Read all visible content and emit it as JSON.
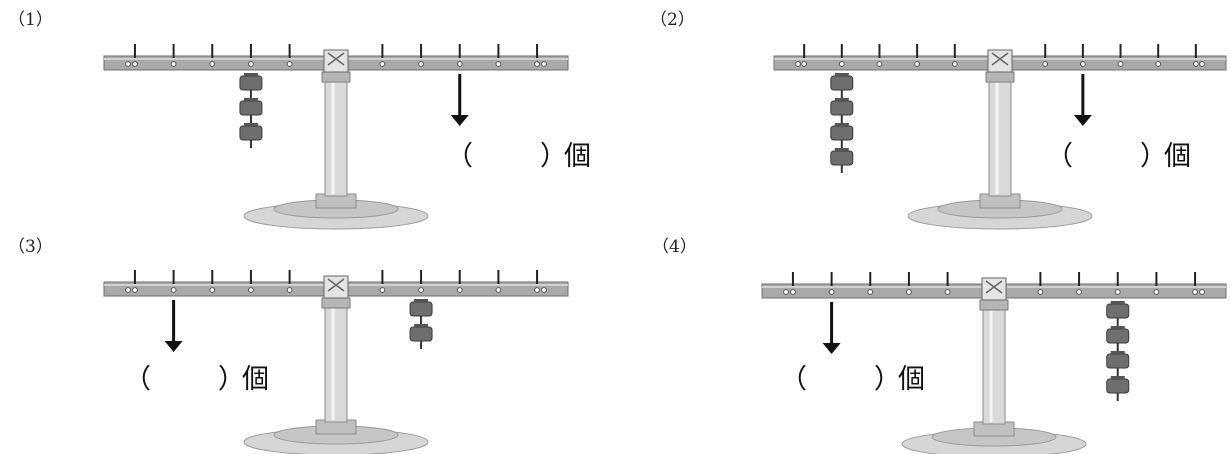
{
  "title": "",
  "colors": {
    "beam": "#a9a9a9",
    "beam_edge": "#6f6f6f",
    "pillar": "#d9d9d9",
    "base": "#cfcfcf",
    "weight": "#6e6e6e",
    "arrow": "#111111"
  },
  "icons": {
    "weight": "weight-icon",
    "arrow": "down-arrow-icon",
    "balance": "lever-balance-icon"
  },
  "panels": [
    {
      "label": "（1）",
      "hanging_weights": 3,
      "hanging_peg": "left-2",
      "arrow_peg": "right-3",
      "answer_open": "（",
      "answer_close": "）",
      "answer_unit": "個"
    },
    {
      "label": "（2）",
      "hanging_weights": 4,
      "hanging_peg": "left-4",
      "arrow_peg": "right-2",
      "answer_open": "（",
      "answer_close": "）",
      "answer_unit": "個"
    },
    {
      "label": "（3）",
      "hanging_weights": 2,
      "hanging_peg": "right-2",
      "arrow_peg": "left-4",
      "answer_open": "（",
      "answer_close": "）",
      "answer_unit": "個"
    },
    {
      "label": "（4）",
      "hanging_weights": 4,
      "hanging_peg": "right-3",
      "arrow_peg": "left-4",
      "answer_open": "（",
      "answer_close": "）",
      "answer_unit": "個"
    }
  ]
}
